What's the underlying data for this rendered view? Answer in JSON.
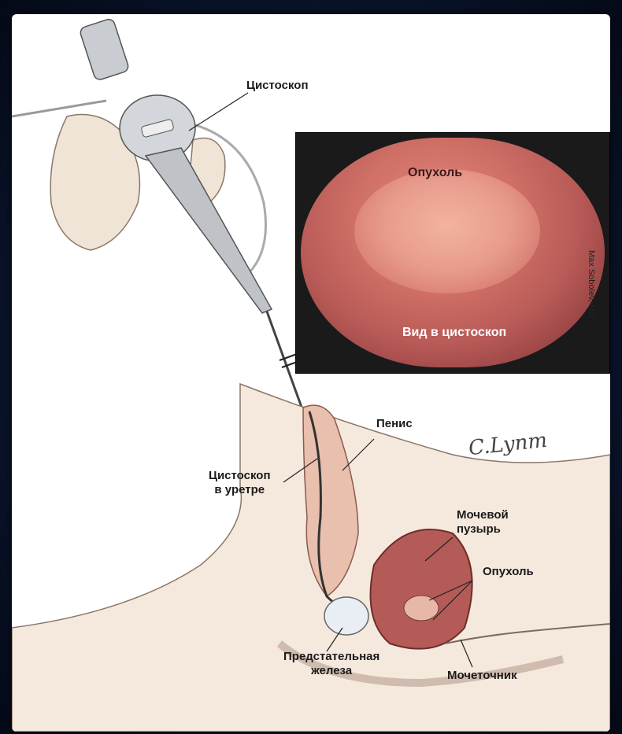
{
  "labels": {
    "cystoscope": "Цистоскоп",
    "tumor_photo": "Опухоль",
    "view": "Вид в цистоскоп",
    "penis": "Пенис",
    "cystoscope_urethra": "Цистоскоп\nв уретре",
    "bladder": "Мочевой\nпузырь",
    "tumor": "Опухоль",
    "prostate": "Предстательная\nжелеза",
    "ureter": "Мочеточник"
  },
  "credit": "Max Sobolev, MD",
  "signature": "C.Lynm",
  "colors": {
    "frame_bg": "#0d1a36",
    "tissue": "#f2d3c2",
    "bladder": "#b45b57",
    "instrument": "#b9bcc0"
  }
}
